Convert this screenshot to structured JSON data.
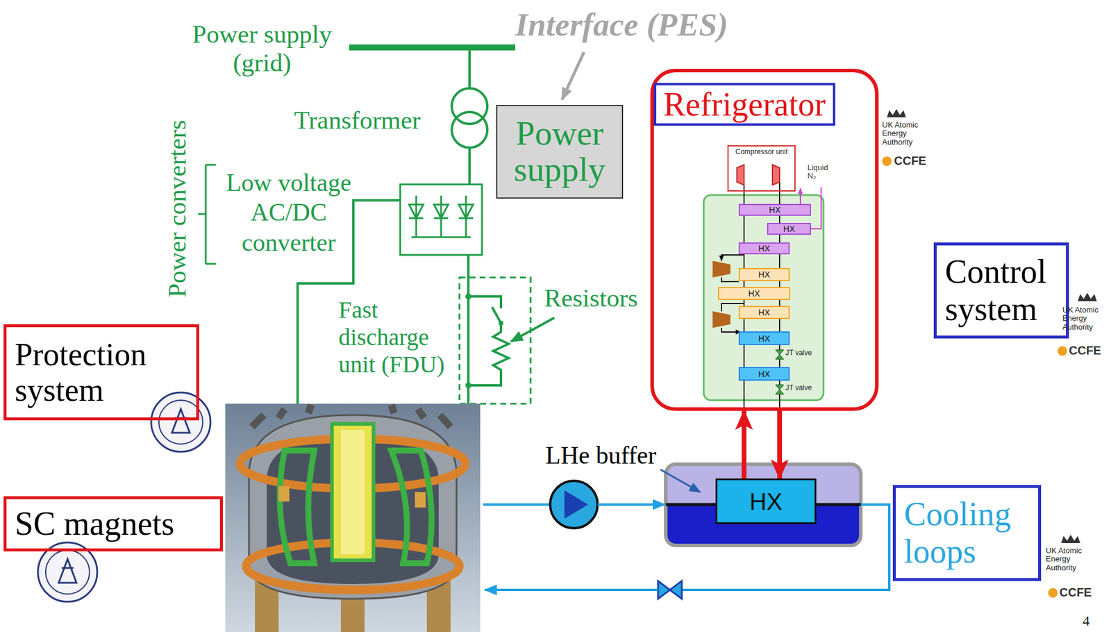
{
  "diagram": {
    "nodes": [
      {
        "text": [
          "Power supply"
        ]
      },
      {
        "text": [
          "Refrigerator"
        ]
      },
      {
        "text": [
          "Compressor unit"
        ],
        "in": 1
      },
      {
        "text": [
          "HX"
        ],
        "in": 1
      },
      {
        "text": [
          "HX"
        ],
        "in": 1
      },
      {
        "text": [
          "HX"
        ],
        "in": 1
      },
      {
        "text": [
          "HX"
        ],
        "in": 1
      },
      {
        "text": [
          "HX"
        ],
        "in": 1
      },
      {
        "text": [
          "HX"
        ],
        "in": 1
      },
      {
        "text": [
          "HX"
        ],
        "in": 1
      },
      {
        "text": [
          "HX"
        ],
        "in": 1
      },
      {
        "text": [
          "Control system"
        ]
      },
      {
        "text": [
          "Protection system"
        ]
      },
      {
        "text": [
          "SC magnets"
        ]
      },
      {
        "text": [
          "HX"
        ]
      },
      {
        "text": [
          "Cooling loops"
        ]
      }
    ],
    "edges": [
      {
        "from": 14,
        "to": 1,
        "arrow": "to"
      },
      {
        "from": 1,
        "to": 14,
        "arrow": "to"
      }
    ],
    "labels": [
      "Interface (PES)",
      "Power supply (grid)",
      "Transformer",
      "Power converters",
      "Low voltage AC/DC converter",
      "Fast discharge unit (FDU)",
      "Resistors",
      "UK Atomic Energy Authority",
      "CCFE",
      "Liquid N₂",
      "JT valve",
      "JT valve",
      "UK Atomic Energy Authority",
      "CCFE",
      "LHe buffer",
      "UK Atomic Energy Authority",
      "CCFE",
      "4"
    ]
  }
}
